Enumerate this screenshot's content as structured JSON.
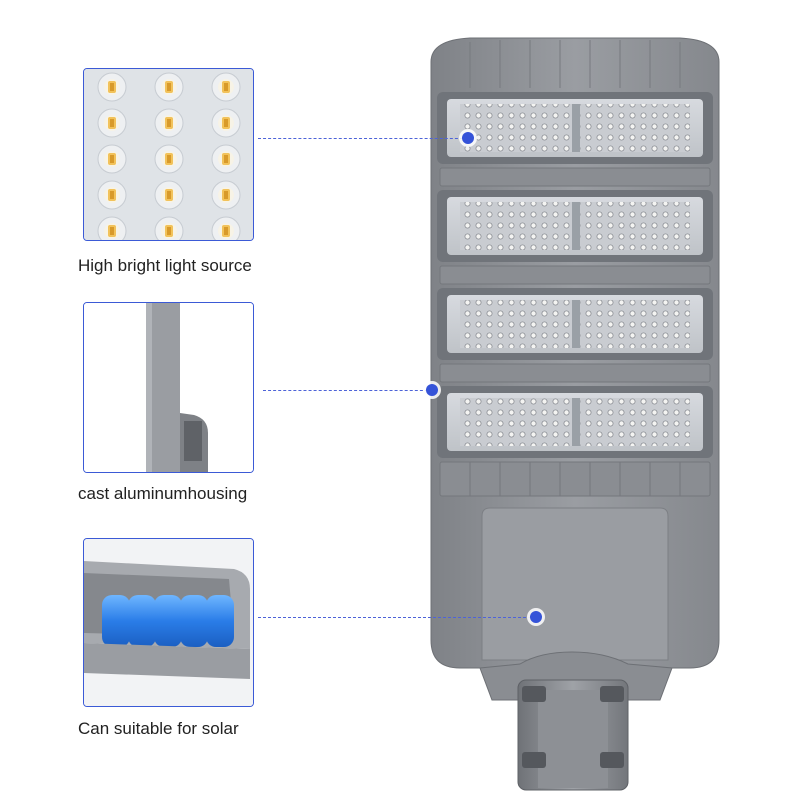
{
  "features": [
    {
      "id": "light-source",
      "caption": "High bright light source"
    },
    {
      "id": "housing",
      "caption": "cast aluminumhousing"
    },
    {
      "id": "solar",
      "caption": "Can suitable for solar"
    }
  ],
  "colors": {
    "accent": "#3553d8",
    "housing": "#8f9297",
    "led_warm": "#f2c25a"
  },
  "icons": {
    "marker": "dot-marker-icon"
  }
}
